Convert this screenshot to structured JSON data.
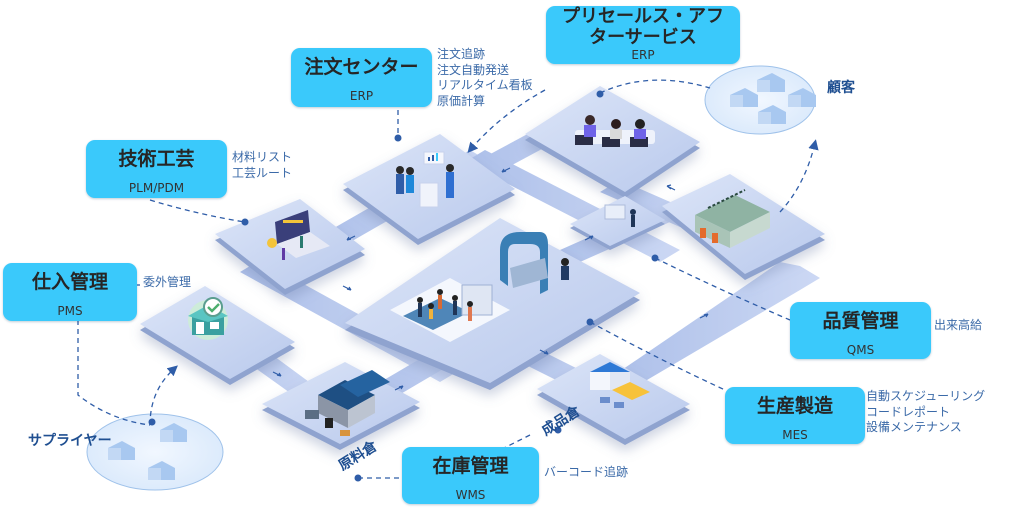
{
  "systems": {
    "after_sales": {
      "title_line1": "プリセールス・アフ",
      "title_line2": "ターサービス",
      "subtitle": "ERP",
      "features": []
    },
    "order_center": {
      "title": "注文センター",
      "subtitle": "ERP",
      "features": [
        "注文追跡",
        "注文自動発送",
        "リアルタイム看板",
        "原価計算"
      ]
    },
    "engineering": {
      "title": "技術工芸",
      "subtitle": "PLM/PDM",
      "features": [
        "材料リスト",
        "工芸ルート"
      ]
    },
    "purchasing": {
      "title": "仕入管理",
      "subtitle": "PMS",
      "features": [
        "委外管理"
      ]
    },
    "quality": {
      "title": "品質管理",
      "subtitle": "QMS",
      "features": [
        "出来高給"
      ]
    },
    "manufacturing": {
      "title": "生産製造",
      "subtitle": "MES",
      "features": [
        "自動スケジューリング",
        "コードレポート",
        "設備メンテナンス"
      ]
    },
    "inventory": {
      "title": "在庫管理",
      "subtitle": "WMS",
      "features": [
        "バーコード追跡"
      ]
    }
  },
  "locations": {
    "customers": "顧客",
    "suppliers": "サプライヤー",
    "raw_material_warehouse": "原料倉",
    "finished_goods_warehouse": "成品倉"
  },
  "colors": {
    "box_fill": "#3ac9fb",
    "platform_top": "#c5d3f0",
    "platform_side": "#8a9cc8",
    "connector_dash": "#2f5da8",
    "label_blue": "#1f4f91",
    "note_blue": "#3b6aa8"
  }
}
